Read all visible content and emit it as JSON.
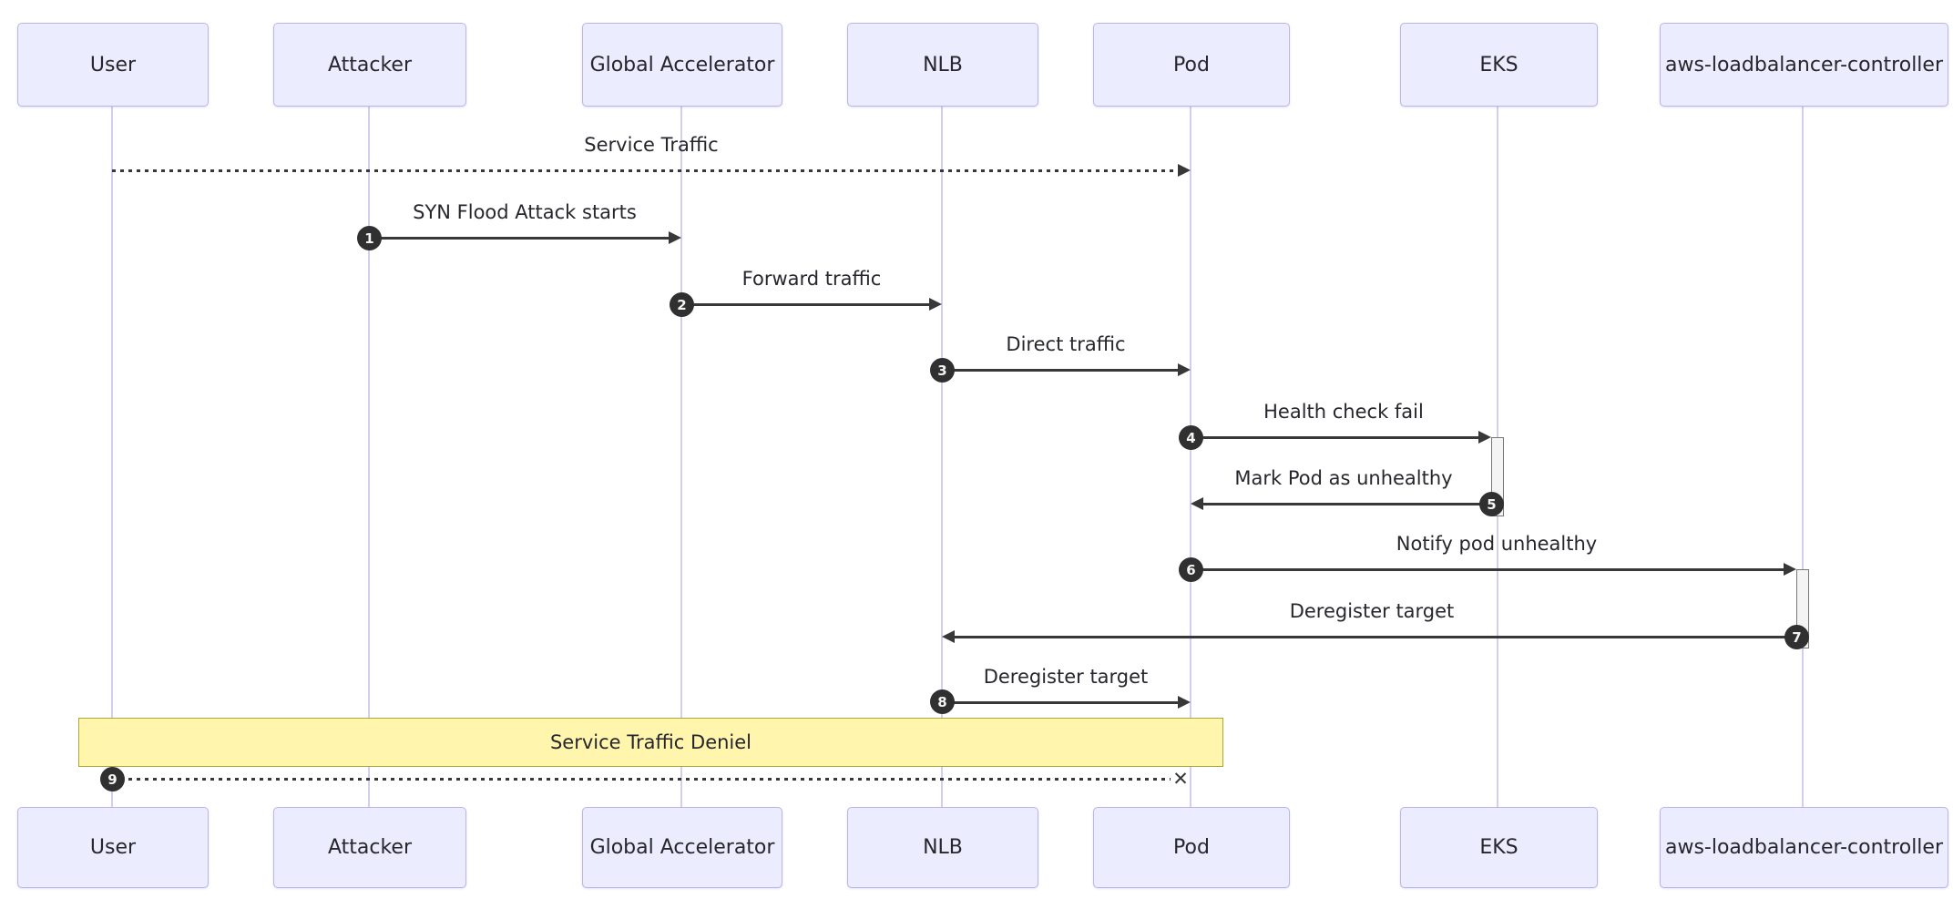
{
  "palette": {
    "bg": "#ffffff",
    "actor-fill": "#ececff",
    "actor-border": "#bdb5e8",
    "lifeline-color": "#d4cdf0",
    "line-color": "#383838",
    "text-color": "#26262d",
    "badge-fill": "#303030",
    "badge-text": "#f4f4f4",
    "note-fill": "#fff5ad",
    "note-border": "#aaaa33",
    "activation-fill": "#f4f4f4",
    "activation-border": "#777777"
  },
  "icons": {
    "cross": "✕"
  },
  "actors": [
    {
      "label": "User"
    },
    {
      "label": "Attacker"
    },
    {
      "label": "Global Accelerator"
    },
    {
      "label": "NLB"
    },
    {
      "label": "Pod"
    },
    {
      "label": "EKS"
    },
    {
      "label": "aws-loadbalancer-controller"
    }
  ],
  "messages": [
    {
      "number": "",
      "label": "Service Traffic",
      "from": "User",
      "to": "Pod",
      "line": "dotted",
      "head": "arrow"
    },
    {
      "number": "1",
      "label": "SYN Flood Attack starts",
      "from": "Attacker",
      "to": "Global Accelerator",
      "line": "solid",
      "head": "arrow"
    },
    {
      "number": "2",
      "label": "Forward traffic",
      "from": "Global Accelerator",
      "to": "NLB",
      "line": "solid",
      "head": "arrow"
    },
    {
      "number": "3",
      "label": "Direct traffic",
      "from": "NLB",
      "to": "Pod",
      "line": "solid",
      "head": "arrow"
    },
    {
      "number": "4",
      "label": "Health check fail",
      "from": "Pod",
      "to": "EKS",
      "line": "solid",
      "head": "arrow"
    },
    {
      "number": "5",
      "label": "Mark Pod as unhealthy",
      "from": "EKS",
      "to": "Pod",
      "line": "solid",
      "head": "arrow"
    },
    {
      "number": "6",
      "label": "Notify pod unhealthy",
      "from": "Pod",
      "to": "aws-loadbalancer-controller",
      "line": "solid",
      "head": "arrow"
    },
    {
      "number": "7",
      "label": "Deregister target",
      "from": "aws-loadbalancer-controller",
      "to": "NLB",
      "line": "solid",
      "head": "arrow"
    },
    {
      "number": "8",
      "label": "Deregister target",
      "from": "NLB",
      "to": "Pod",
      "line": "solid",
      "head": "arrow"
    },
    {
      "number": "9",
      "label": "",
      "from": "User",
      "to": "Pod",
      "line": "dotted",
      "head": "cross"
    }
  ],
  "note": {
    "text": "Service Traffic Deniel",
    "over": "User, Pod"
  }
}
